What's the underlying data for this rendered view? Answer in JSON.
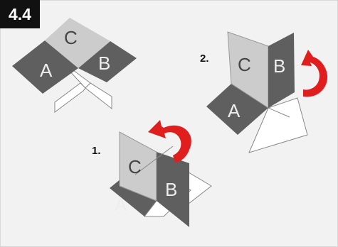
{
  "figure_number": "4.4",
  "steps": {
    "one": "1.",
    "two": "2."
  },
  "face_labels": {
    "a": "A",
    "b": "B",
    "c": "C"
  },
  "colors": {
    "panel_background": "#f2f2f2",
    "face_dark": "#5f5f5f",
    "face_light": "#cccccc",
    "arrow_red": "#e01e1e",
    "badge_background": "#111111"
  }
}
